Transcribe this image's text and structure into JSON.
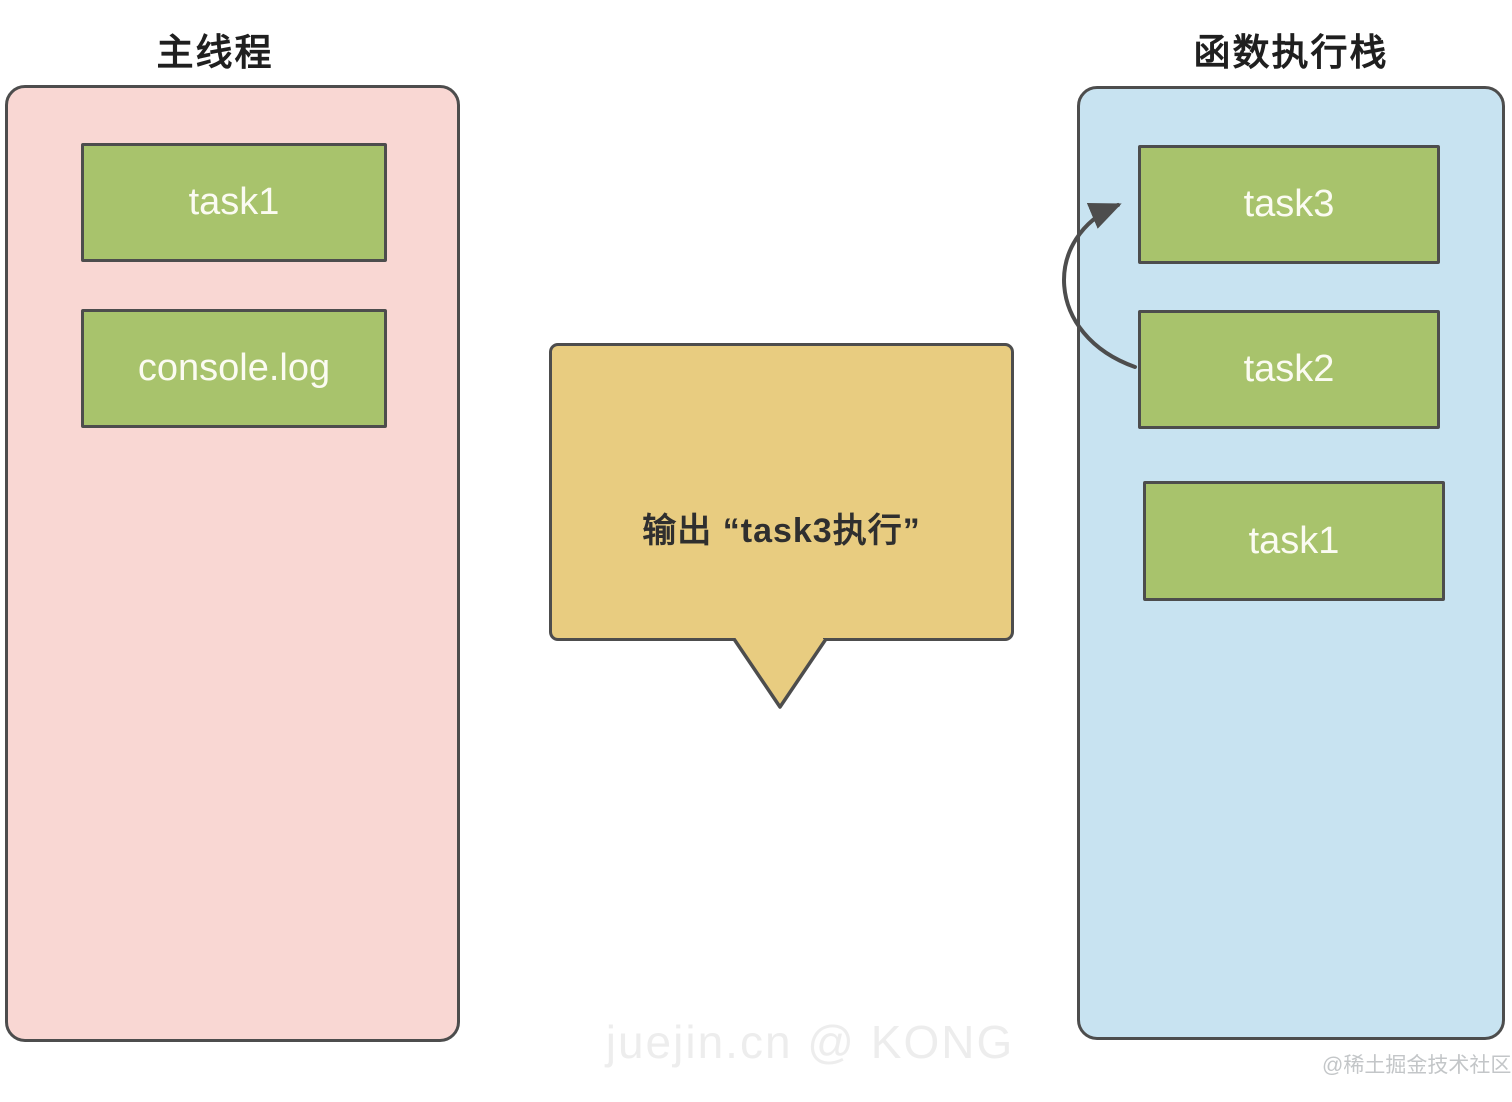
{
  "titles": {
    "main_thread": "主线程",
    "call_stack": "函数执行栈"
  },
  "main_thread": {
    "boxes": [
      {
        "label": "task1"
      },
      {
        "label": "console.log"
      }
    ]
  },
  "call_stack": {
    "boxes": [
      {
        "label": "task3"
      },
      {
        "label": "task2"
      },
      {
        "label": "task1"
      }
    ]
  },
  "bubble": {
    "text": "输出 “task3执行”"
  },
  "arrow": {
    "from": "task2",
    "to": "task3"
  },
  "watermarks": {
    "center": "juejin.cn @ KONG",
    "corner": "@稀土掘金技术社区"
  },
  "colors": {
    "panel_pink": "#f9d7d3",
    "panel_blue": "#c8e3f1",
    "box_green": "#a8c36c",
    "bubble_tan": "#e8cc80",
    "border": "#4d4d4d",
    "box_text": "#fbfbf1",
    "title_text": "#1f1f1f"
  }
}
